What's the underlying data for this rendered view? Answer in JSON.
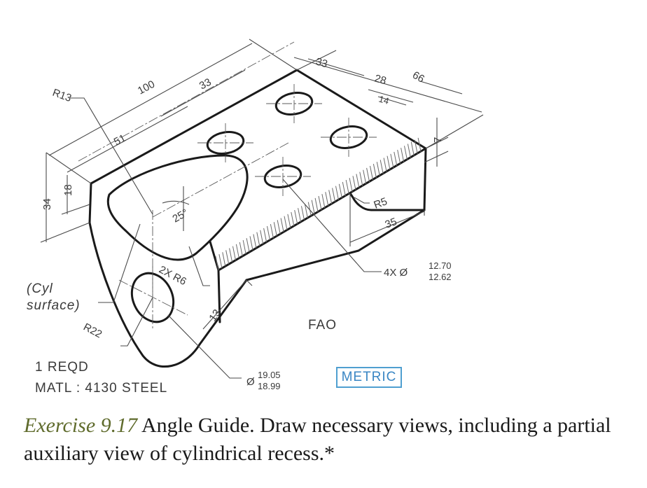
{
  "drawing": {
    "dims": {
      "d100": "100",
      "d33a": "33",
      "d51": "51",
      "d33b": "33",
      "d28": "28",
      "d14": "14",
      "d66": "66",
      "d34": "34",
      "d18": "18",
      "d25deg": "25°",
      "r13": "R13",
      "r5": "R5",
      "d35": "35",
      "d13": "13",
      "r22": "R22",
      "r6": "2X R6",
      "d7": "7",
      "hole_prefix": "4X Ø",
      "hole_max": "12.70",
      "hole_min": "12.62",
      "bore_prefix": "Ø",
      "bore_max": "19.05",
      "bore_min": "18.99"
    },
    "notes": {
      "cyl_1": "(Cyl",
      "cyl_2": "surface)",
      "fao": "FAO",
      "reqd": "1 REQD",
      "matl": "MATL : 4130 STEEL",
      "metric": "METRIC"
    }
  },
  "caption": {
    "label": "Exercise 9.17",
    "text": " Angle Guide. Draw necessary views, including a partial auxiliary view of cylindrical recess.*"
  }
}
